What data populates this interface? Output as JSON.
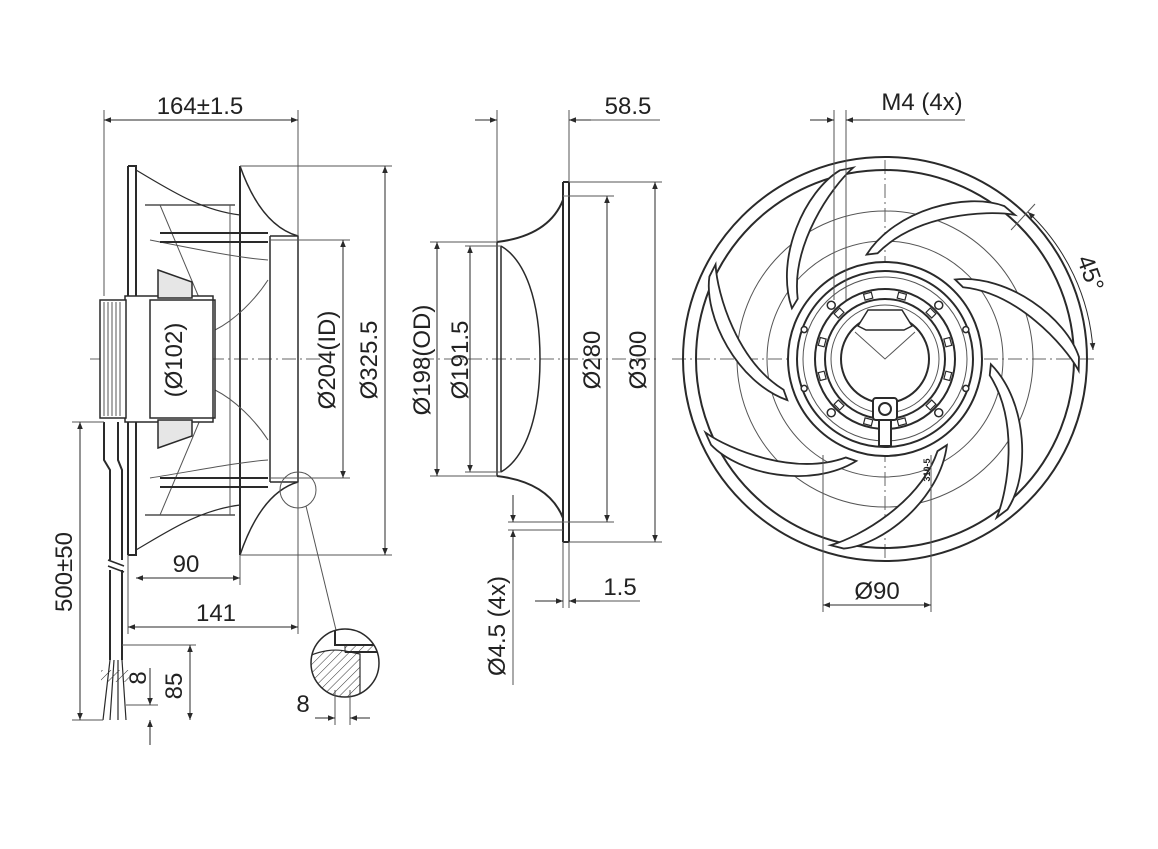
{
  "side_view": {
    "width": "164±1.5",
    "shroud_depth": "90",
    "motor_length": "141",
    "cable_length": "500±50",
    "lead_strip": "8",
    "lead_length": "85",
    "hub_diameter": "(Ø102)",
    "inlet_id": "Ø204(ID)",
    "outer_diameter": "Ø325.5",
    "detail_dim": "8"
  },
  "nozzle_view": {
    "depth": "58.5",
    "od": "Ø198(OD)",
    "inner": "Ø191.5",
    "bolt_circle": "Ø280",
    "flange": "Ø300",
    "holes": "Ø4.5 (4x)",
    "flange_thickness": "1.5"
  },
  "front_view": {
    "thread": "M4 (4x)",
    "angle": "45°",
    "hub_bolt_circle": "Ø90",
    "label": "310-5"
  }
}
